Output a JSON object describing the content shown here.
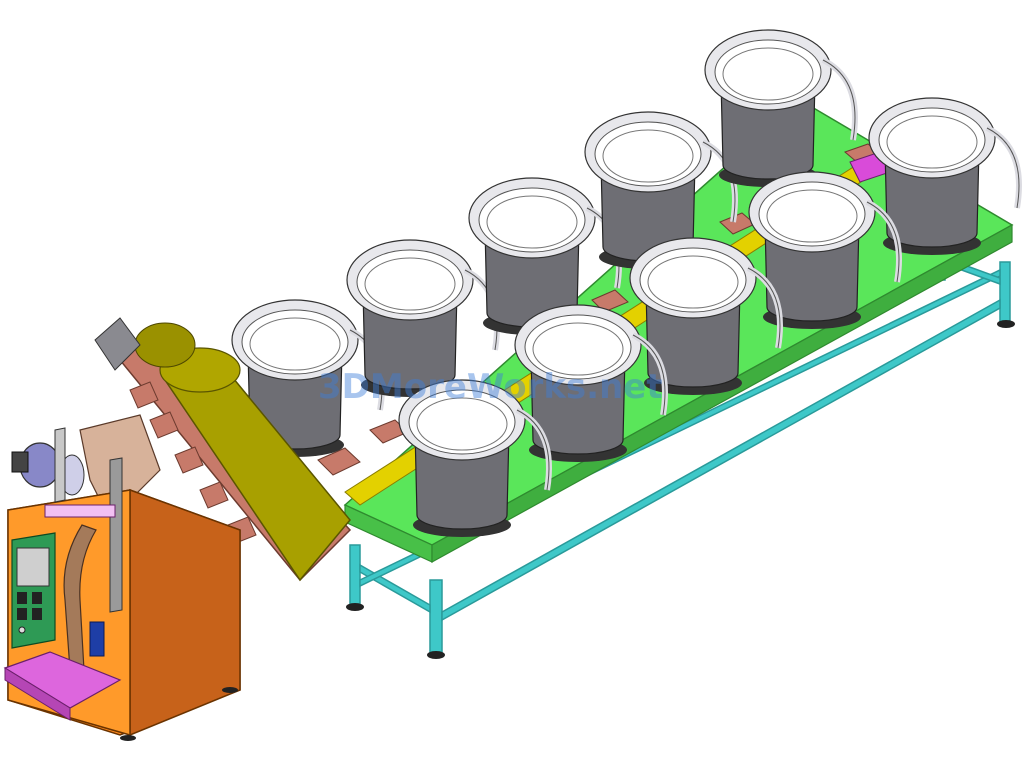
{
  "watermark": "3DMoreWorks.net",
  "colors": {
    "table_top": "#5ae65a",
    "table_top_edge": "#2f8a2f",
    "frame": "#3ec8c8",
    "bowl_body": "#6e6e74",
    "bowl_rim": "#e8e8ec",
    "track": "#e3d100",
    "bins": "#c77a6a",
    "cabinet": "#ff8a1e",
    "cabinet_side": "#c7621a",
    "conveyor": "#a8a000",
    "base_plate": "#dd66dd",
    "panel": "#2e9a55"
  },
  "bowls": [
    {
      "id": "bowl-1"
    },
    {
      "id": "bowl-2"
    },
    {
      "id": "bowl-3"
    },
    {
      "id": "bowl-4"
    },
    {
      "id": "bowl-5"
    },
    {
      "id": "bowl-6"
    },
    {
      "id": "bowl-7"
    },
    {
      "id": "bowl-8"
    },
    {
      "id": "bowl-9"
    },
    {
      "id": "bowl-10"
    }
  ]
}
